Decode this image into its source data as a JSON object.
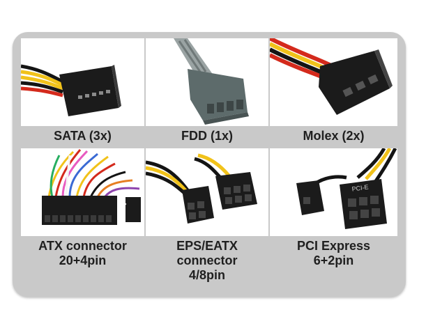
{
  "connectors": [
    {
      "name": "sata",
      "lines": [
        "SATA (3x)"
      ]
    },
    {
      "name": "fdd",
      "lines": [
        "FDD (1x)"
      ]
    },
    {
      "name": "molex",
      "lines": [
        "Molex (2x)"
      ]
    },
    {
      "name": "atx",
      "lines": [
        "ATX connector",
        "20+4pin"
      ]
    },
    {
      "name": "eps",
      "lines": [
        "EPS/EATX",
        "connector",
        "4/8pin"
      ]
    },
    {
      "name": "pcie",
      "lines": [
        "PCI Express",
        "6+2pin"
      ]
    }
  ],
  "pcie_plug_marking": "PCI-E",
  "colors": {
    "panel": "#c9c9c9",
    "cell": "#ffffff",
    "label_text": "#1f1f1f",
    "connector_black": "#1b1b1b",
    "fdd_grey": "#5d6b6b",
    "wire_red": "#d42a1c",
    "wire_yellow": "#f1c21a",
    "wire_black": "#141414"
  },
  "icons": [
    "sata-connector-icon",
    "fdd-connector-icon",
    "molex-connector-icon",
    "atx-connector-icon",
    "eps-connector-icon",
    "pcie-connector-icon"
  ]
}
